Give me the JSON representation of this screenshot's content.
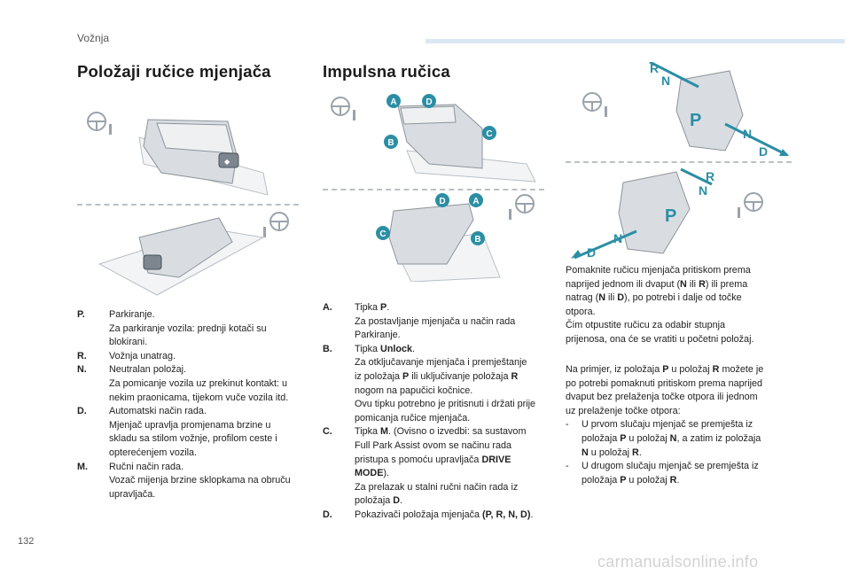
{
  "header": {
    "section": "Vožnja"
  },
  "page_number": "132",
  "watermark": "carmanualsonline.info",
  "col1": {
    "title": "Položaji ručice mjenjača",
    "items": [
      {
        "key": "P.",
        "lines": [
          "Parkiranje.",
          "Za parkiranje vozila: prednji kotači su",
          "blokirani."
        ]
      },
      {
        "key": "R.",
        "lines": [
          "Vožnja unatrag."
        ]
      },
      {
        "key": "N.",
        "lines": [
          "Neutralan položaj.",
          "Za pomicanje vozila uz prekinut kontakt: u",
          "nekim praonicama, tijekom vuče vozila itd."
        ]
      },
      {
        "key": "D.",
        "lines": [
          "Automatski način rada.",
          "Mjenjač upravlja promjenama brzine u",
          "skladu sa stilom vožnje, profilom ceste i",
          "opterećenjem vozila."
        ]
      },
      {
        "key": "M.",
        "lines": [
          "Ručni način rada.",
          "Vozač mijenja brzine sklopkama na obruču",
          "upravljača."
        ]
      }
    ]
  },
  "col2": {
    "title": "Impulsna ručica",
    "callouts_top": [
      "A",
      "D",
      "B",
      "C"
    ],
    "callouts_bottom": [
      "D",
      "A",
      "C",
      "B"
    ],
    "items": [
      {
        "key": "A.",
        "html": [
          "Tipka <b>P</b>.",
          "Za postavljanje mjenjača u način rada",
          "Parkiranje."
        ]
      },
      {
        "key": "B.",
        "html": [
          "Tipka <b>Unlock</b>.",
          "Za otključavanje mjenjača i premještanje",
          "iz položaja <b>P</b> ili uključivanje položaja <b>R</b>",
          "nogom na papučici kočnice.",
          "Ovu tipku potrebno je pritisnuti i držati prije",
          "pomicanja ručice mjenjača."
        ]
      },
      {
        "key": "C.",
        "html": [
          "Tipka <b>M</b>. (Ovisno o izvedbi: sa sustavom",
          "Full Park Assist ovom se načinu rada",
          "pristupa s pomoću upravljača <b>DRIVE</b>",
          "<b>MODE</b>).",
          "Za prelazak u stalni ručni način rada iz",
          "položaja <b>D</b>."
        ]
      },
      {
        "key": "D.",
        "html": [
          "Pokazivači položaja mjenjača <b>(P, R, N, D)</b>."
        ]
      }
    ]
  },
  "col3": {
    "fig_letters_top": [
      "R",
      "N",
      "P",
      "N",
      "D"
    ],
    "fig_letters_bottom": [
      "R",
      "N",
      "P",
      "N",
      "D"
    ],
    "para1": [
      "Pomaknite ručicu mjenjača pritiskom prema",
      "naprijed jednom ili dvaput (<b>N</b> ili <b>R</b>) ili prema",
      "natrag (<b>N</b> ili <b>D</b>), po potrebi i dalje od točke",
      "otpora.",
      "Čim otpustite ručicu za odabir stupnja",
      "prijenosa, ona će se vratiti u početni položaj."
    ],
    "para2": [
      "Na primjer, iz položaja <b>P</b> u položaj <b>R</b> možete je",
      "po potrebi pomaknuti pritiskom prema naprijed",
      "dvaput bez prelaženja točke otpora ili jednom",
      "uz prelaženje točke otpora:"
    ],
    "bullets": [
      {
        "dash": "-",
        "html": [
          "U prvom slučaju mjenjač se premješta iz",
          "položaja <b>P</b> u položaj <b>N</b>, a zatim iz položaja",
          "<b>N</b> u položaj <b>R</b>."
        ]
      },
      {
        "dash": "-",
        "html": [
          "U drugom slučaju mjenjač se premješta iz",
          "položaja <b>P</b> u položaj <b>R</b>."
        ]
      }
    ]
  },
  "colors": {
    "callout": "#2b8ea5",
    "arrow": "#2b8ea5",
    "dashed": "#b8c0c8",
    "header_bar": "#dbe7f4"
  }
}
